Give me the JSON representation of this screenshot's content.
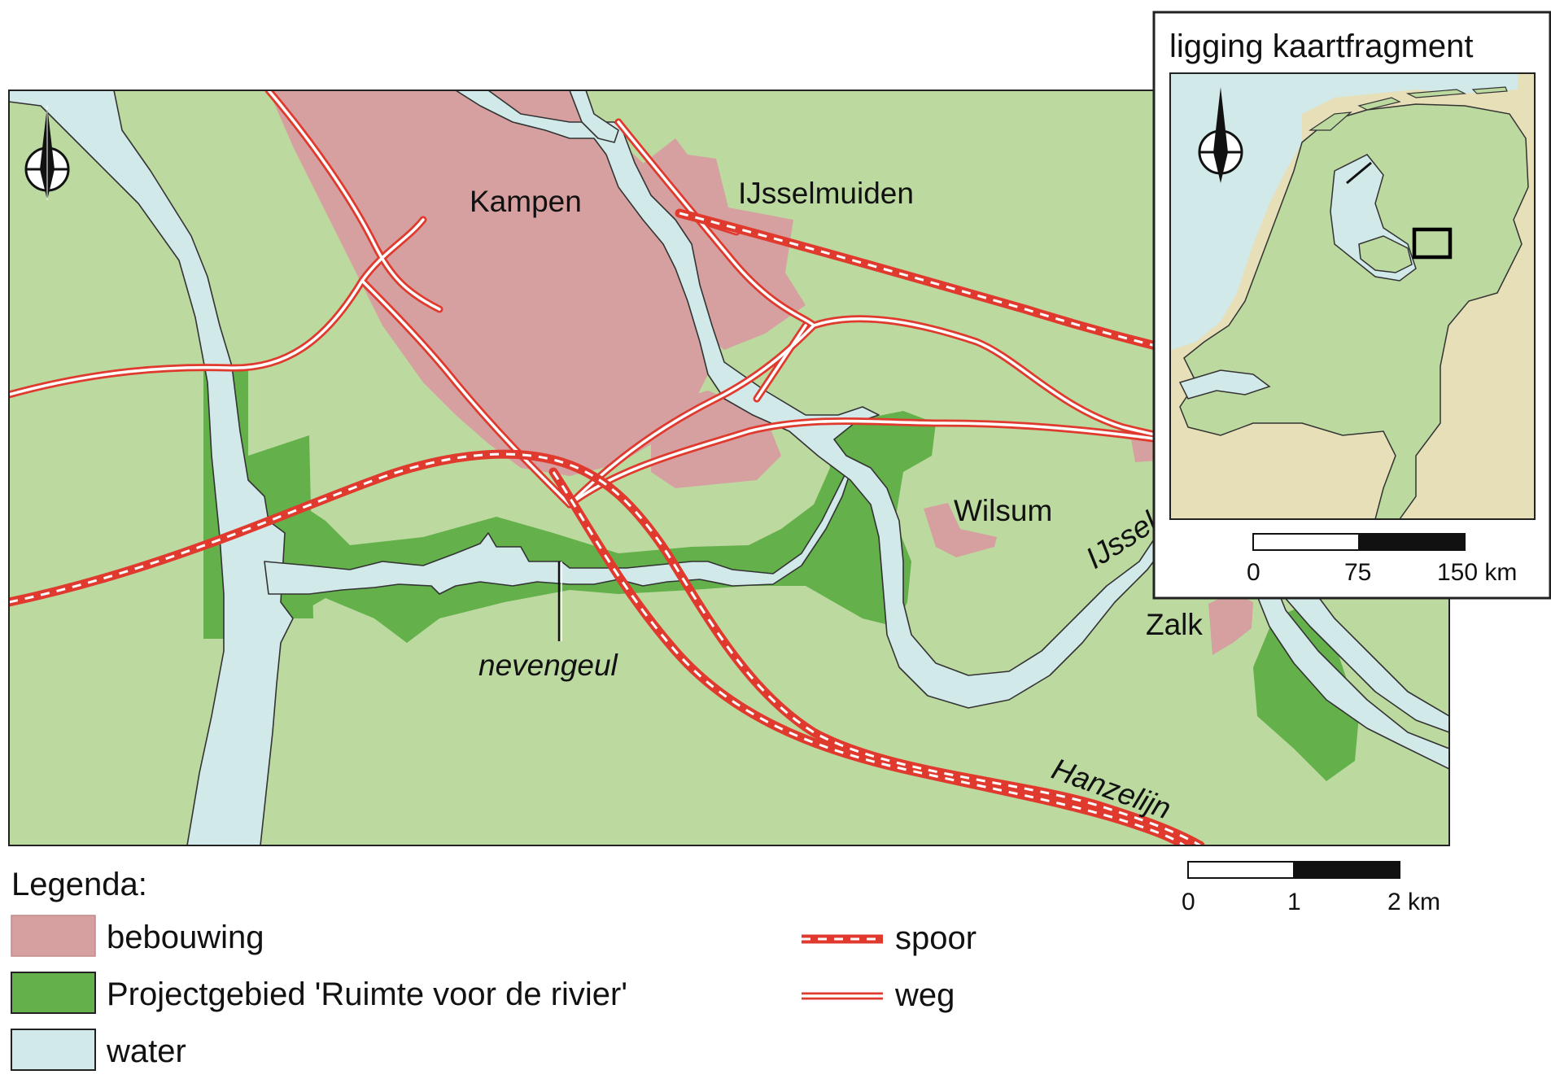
{
  "colors": {
    "land": "#bcd9a0",
    "built": "#d6a0a0",
    "project": "#64b04a",
    "water": "#d2e9ea",
    "road": "#e03a2f",
    "frame": "#222222",
    "inset_foreign": "#e6dfb8"
  },
  "map": {
    "north_arrow": "north-arrow-icon",
    "places": {
      "kampen": "Kampen",
      "ijsselmuiden": "IJsselmuiden",
      "wilsum": "Wilsum",
      "zalk": "Zalk",
      "ijssel": "IJssel",
      "hanzelijn": "Hanzelijn",
      "nevengeul": "nevengeul"
    },
    "scale": {
      "ticks": [
        "0",
        "1",
        "2 km"
      ]
    }
  },
  "inset": {
    "title": "ligging kaartfragment",
    "north_arrow": "north-arrow-icon",
    "scale": {
      "ticks": [
        "0",
        "75",
        "150 km"
      ]
    }
  },
  "legend": {
    "title": "Legenda:",
    "items": {
      "bebouwing": "bebouwing",
      "projectgebied": "Projectgebied 'Ruimte voor de rivier'",
      "water": "water",
      "spoor": "spoor",
      "weg": "weg"
    }
  }
}
